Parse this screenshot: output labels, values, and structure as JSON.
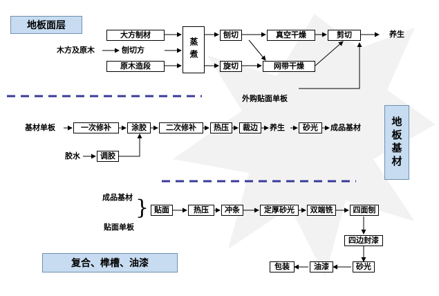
{
  "section_titles": {
    "floor_layer": "地板面层",
    "floor_substrate": "地板基材",
    "composite": "复合、榫槽、油漆"
  },
  "part1": {
    "large_lumber": "大方制材",
    "logs_label": "木方及原木",
    "planed_square": "刨切方",
    "log_sectioning": "原木造段",
    "steam_boil": "蒸煮",
    "plane_cut": "刨切",
    "rotary_cut": "旋切",
    "vacuum_dry": "真空干燥",
    "mesh_belt_dry": "网带干燥",
    "trim_cut": "剪切",
    "curing": "养生",
    "purchased_veneer": "外购贴面单板"
  },
  "part2": {
    "substrate_veneer": "基材单板",
    "first_repair": "一次修补",
    "glue_spread": "涂胶",
    "second_repair": "二次修补",
    "hot_press": "热压",
    "edge_trim": "裁边",
    "curing": "养生",
    "sanding": "砂光",
    "finished_substrate": "成品基材",
    "glue": "胶水",
    "glue_mixing": "调胶"
  },
  "part3": {
    "finished_substrate": "成品基材",
    "face_veneer": "贴面单板",
    "facing": "贴面",
    "hot_press": "热压",
    "punch_strip": "冲条",
    "thickness_sanding": "定厚砂光",
    "double_end_milling": "双端铣",
    "four_side_planing": "四面刨",
    "four_edge_sealing": "四边封漆",
    "sanding": "砂光",
    "oil_paint": "油漆",
    "packaging": "包装"
  }
}
